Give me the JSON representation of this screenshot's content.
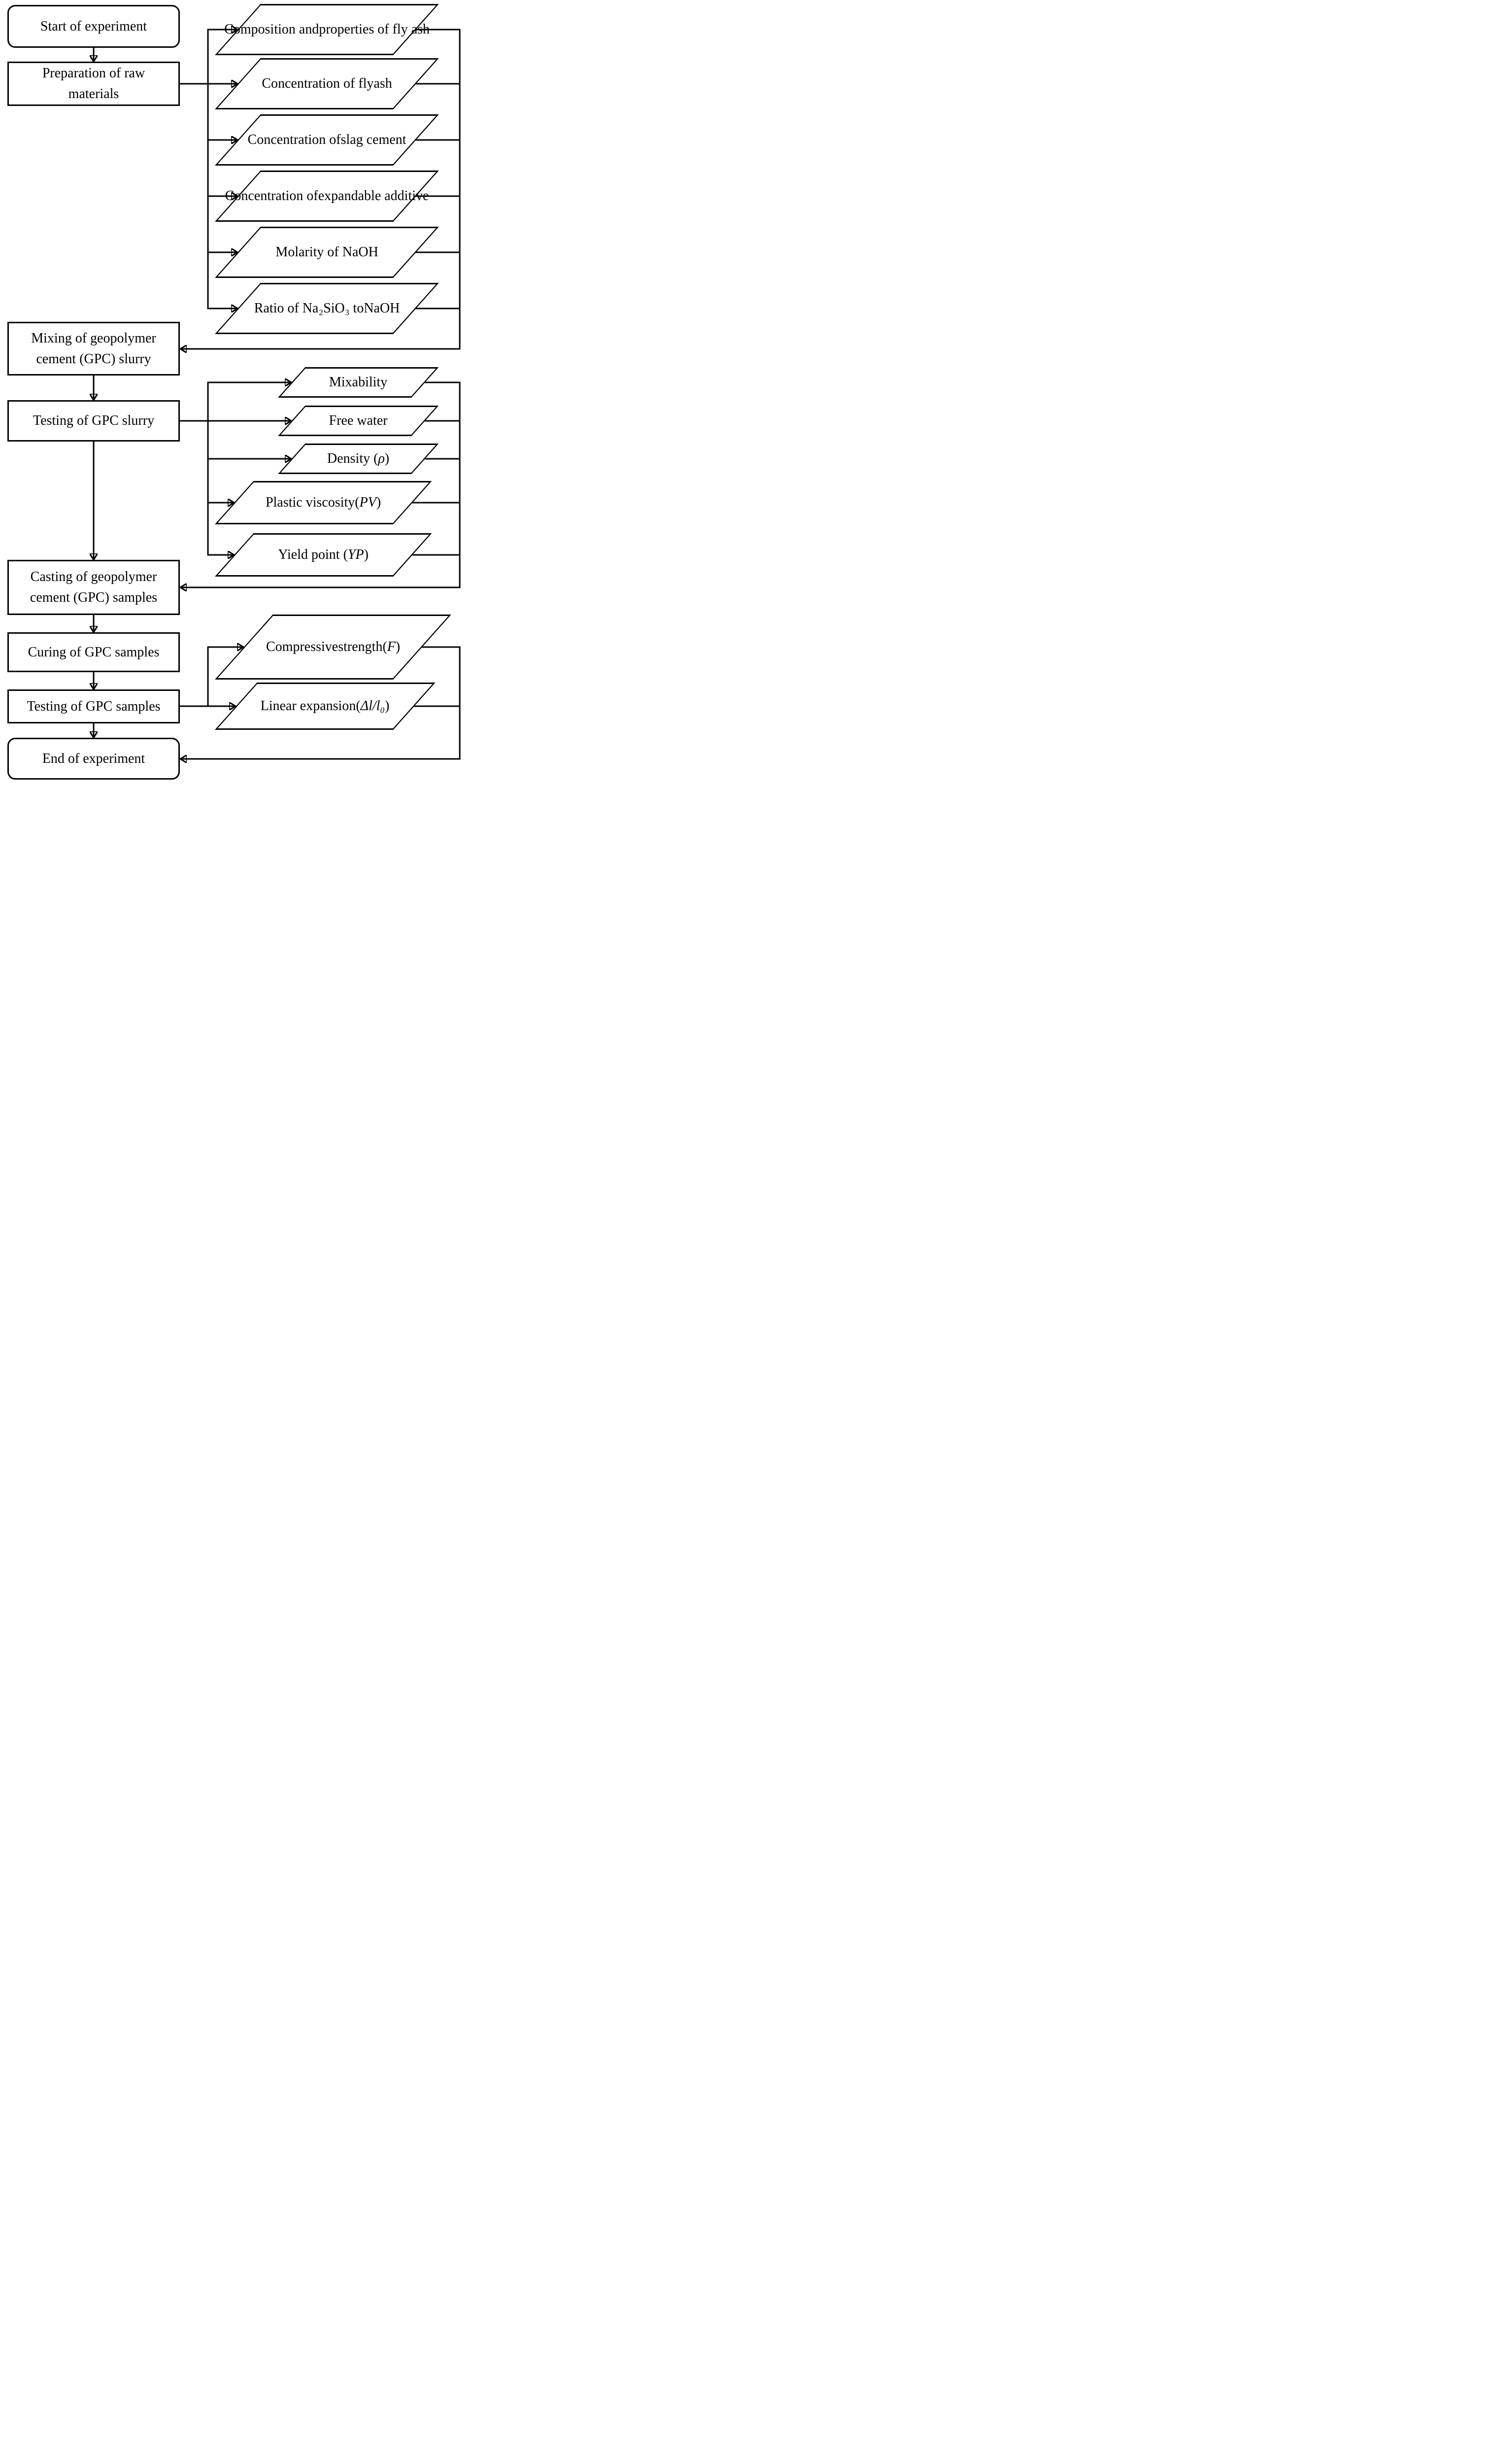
{
  "colors": {
    "ink": "#000000",
    "background": "#ffffff"
  },
  "nodes": {
    "start": {
      "lines": [
        [
          {
            "t": "Start of experiment"
          }
        ]
      ]
    },
    "preparation": {
      "lines": [
        [
          {
            "t": "Preparation of raw"
          }
        ],
        [
          {
            "t": "materials"
          }
        ]
      ]
    },
    "composition_fly_ash": {
      "lines": [
        [
          {
            "t": "Composition and"
          }
        ],
        [
          {
            "t": "properties of fly ash"
          }
        ]
      ]
    },
    "concentration_fly_ash": {
      "lines": [
        [
          {
            "t": "Concentration of fly"
          }
        ],
        [
          {
            "t": "ash"
          }
        ]
      ]
    },
    "concentration_slag_cement": {
      "lines": [
        [
          {
            "t": "Concentration of"
          }
        ],
        [
          {
            "t": "slag cement"
          }
        ]
      ]
    },
    "concentration_expandable_additive": {
      "lines": [
        [
          {
            "t": "Concentration of"
          }
        ],
        [
          {
            "t": "expandable additive"
          }
        ]
      ]
    },
    "molarity_naoh": {
      "lines": [
        [
          {
            "t": "Molarity of NaOH"
          }
        ]
      ]
    },
    "ratio_na2sio3_naoh": {
      "lines": [
        [
          {
            "t": "Ratio of Na₂SiO₃ to"
          }
        ],
        [
          {
            "t": "NaOH"
          }
        ]
      ]
    },
    "mixing": {
      "lines": [
        [
          {
            "t": "Mixing of geopolymer"
          }
        ],
        [
          {
            "t": "cement (GPC) slurry"
          }
        ]
      ]
    },
    "testing_slurry": {
      "lines": [
        [
          {
            "t": "Testing of GPC slurry"
          }
        ]
      ]
    },
    "mixability": {
      "lines": [
        [
          {
            "t": "Mixability"
          }
        ]
      ]
    },
    "free_water": {
      "lines": [
        [
          {
            "t": "Free water"
          }
        ]
      ]
    },
    "density": {
      "lines": [
        [
          {
            "t": "Density ("
          },
          {
            "t": "ρ",
            "c": "it"
          },
          {
            "t": ")"
          }
        ]
      ]
    },
    "plastic_viscosity": {
      "lines": [
        [
          {
            "t": "Plastic viscosity"
          }
        ],
        [
          {
            "t": "("
          },
          {
            "t": "PV",
            "c": "it"
          },
          {
            "t": ")"
          }
        ]
      ]
    },
    "yield_point": {
      "lines": [
        [
          {
            "t": "Yield point ("
          },
          {
            "t": "YP",
            "c": "it"
          },
          {
            "t": ")"
          }
        ]
      ]
    },
    "casting": {
      "lines": [
        [
          {
            "t": "Casting of geopolymer"
          }
        ],
        [
          {
            "t": "cement (GPC) samples"
          }
        ]
      ]
    },
    "curing": {
      "lines": [
        [
          {
            "t": "Curing of GPC samples"
          }
        ]
      ]
    },
    "testing_samples": {
      "lines": [
        [
          {
            "t": "Testing of GPC samples"
          }
        ]
      ]
    },
    "compressive_strength": {
      "lines": [
        [
          {
            "t": "Compressive"
          }
        ],
        [
          {
            "t": "strength"
          }
        ],
        [
          {
            "t": "("
          },
          {
            "t": "F",
            "c": "it"
          },
          {
            "t": ")"
          }
        ]
      ]
    },
    "linear_expansion": {
      "lines": [
        [
          {
            "t": "Linear expansion"
          }
        ],
        [
          {
            "t": "("
          },
          {
            "t": "Δl/l₀",
            "c": "it"
          },
          {
            "t": ")"
          }
        ]
      ]
    },
    "end": {
      "lines": [
        [
          {
            "t": "End of experiment"
          }
        ]
      ]
    }
  }
}
